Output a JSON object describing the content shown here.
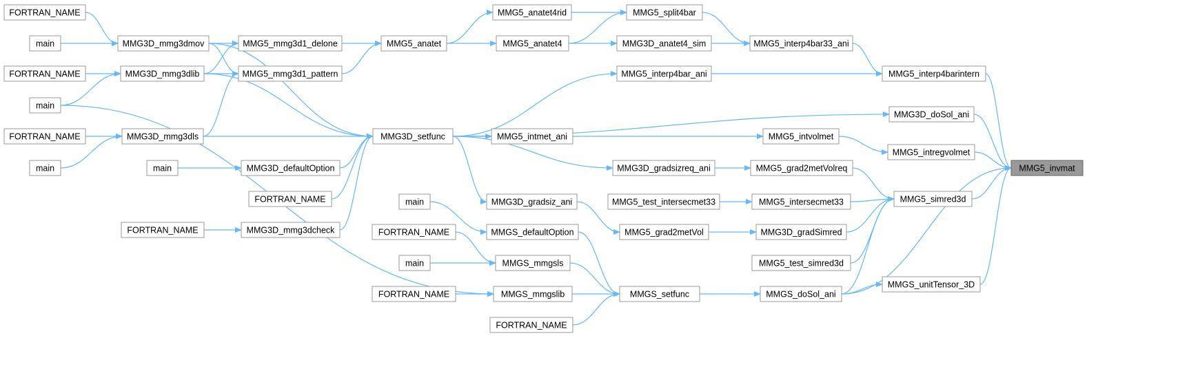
{
  "graph": {
    "title": "",
    "target_node": "n48",
    "edge_color": "#63b8ff",
    "node_border_color": "#999999",
    "target_fill_color": "#999999",
    "nodes": [
      {
        "id": "n1",
        "label": "FORTRAN_NAME"
      },
      {
        "id": "n2",
        "label": "main"
      },
      {
        "id": "n3",
        "label": "FORTRAN_NAME"
      },
      {
        "id": "n4",
        "label": "main"
      },
      {
        "id": "n5",
        "label": "FORTRAN_NAME"
      },
      {
        "id": "n6",
        "label": "main"
      },
      {
        "id": "n7",
        "label": "MMG3D_mmg3dmov"
      },
      {
        "id": "n8",
        "label": "MMG3D_mmg3dlib"
      },
      {
        "id": "n9",
        "label": "MMG3D_mmg3dls"
      },
      {
        "id": "n10",
        "label": "main"
      },
      {
        "id": "n11",
        "label": "FORTRAN_NAME"
      },
      {
        "id": "n12",
        "label": "FORTRAN_NAME"
      },
      {
        "id": "n13",
        "label": "MMG5_mmg3d1_delone"
      },
      {
        "id": "n14",
        "label": "MMG5_mmg3d1_pattern"
      },
      {
        "id": "n15",
        "label": "MMG3D_defaultOption"
      },
      {
        "id": "n16",
        "label": "MMG3D_mmg3dcheck"
      },
      {
        "id": "n17",
        "label": "MMG5_anatet"
      },
      {
        "id": "n18",
        "label": "MMG3D_setfunc"
      },
      {
        "id": "n19",
        "label": "main"
      },
      {
        "id": "n20",
        "label": "FORTRAN_NAME"
      },
      {
        "id": "n21",
        "label": "main"
      },
      {
        "id": "n22",
        "label": "FORTRAN_NAME"
      },
      {
        "id": "n23",
        "label": "MMG5_anatet4rid"
      },
      {
        "id": "n24",
        "label": "MMG5_anatet4"
      },
      {
        "id": "n25",
        "label": "MMG5_intmet_ani"
      },
      {
        "id": "n26",
        "label": "MMG3D_gradsiz_ani"
      },
      {
        "id": "n27",
        "label": "MMGS_defaultOption"
      },
      {
        "id": "n28",
        "label": "MMGS_mmgsls"
      },
      {
        "id": "n29",
        "label": "MMGS_mmgslib"
      },
      {
        "id": "n30",
        "label": "FORTRAN_NAME"
      },
      {
        "id": "n31",
        "label": "MMG5_split4bar"
      },
      {
        "id": "n32",
        "label": "MMG3D_anatet4_sim"
      },
      {
        "id": "n33",
        "label": "MMG5_interp4bar_ani"
      },
      {
        "id": "n34",
        "label": "MMG3D_gradsizreq_ani"
      },
      {
        "id": "n35",
        "label": "MMG5_test_intersecmet33"
      },
      {
        "id": "n36",
        "label": "MMG5_grad2metVol"
      },
      {
        "id": "n37",
        "label": "MMGS_setfunc"
      },
      {
        "id": "n38",
        "label": "MMG5_interp4bar33_ani"
      },
      {
        "id": "n39",
        "label": "MMG5_intvolmet"
      },
      {
        "id": "n40",
        "label": "MMG5_grad2metVolreq"
      },
      {
        "id": "n41",
        "label": "MMG5_intersecmet33"
      },
      {
        "id": "n42",
        "label": "MMG3D_gradSimred"
      },
      {
        "id": "n43",
        "label": "MMG5_test_simred3d"
      },
      {
        "id": "n44",
        "label": "MMGS_doSol_ani"
      },
      {
        "id": "n45",
        "label": "MMG5_interp4barintern"
      },
      {
        "id": "n46",
        "label": "MMG3D_doSol_ani"
      },
      {
        "id": "n47",
        "label": "MMG5_intregvolmet"
      },
      {
        "id": "n48",
        "label": "MMG5_invmat"
      },
      {
        "id": "n49",
        "label": "MMG5_simred3d"
      },
      {
        "id": "n50",
        "label": "MMGS_unitTensor_3D"
      }
    ],
    "edges": [
      [
        "n1",
        "n7"
      ],
      [
        "n2",
        "n7"
      ],
      [
        "n3",
        "n8"
      ],
      [
        "n4",
        "n8"
      ],
      [
        "n5",
        "n9"
      ],
      [
        "n6",
        "n9"
      ],
      [
        "n7",
        "n13"
      ],
      [
        "n7",
        "n14"
      ],
      [
        "n7",
        "n18"
      ],
      [
        "n8",
        "n13"
      ],
      [
        "n8",
        "n14"
      ],
      [
        "n8",
        "n18"
      ],
      [
        "n9",
        "n14"
      ],
      [
        "n9",
        "n18"
      ],
      [
        "n4",
        "n29"
      ],
      [
        "n10",
        "n15"
      ],
      [
        "n11",
        "n18"
      ],
      [
        "n12",
        "n16"
      ],
      [
        "n13",
        "n17"
      ],
      [
        "n14",
        "n17"
      ],
      [
        "n15",
        "n18"
      ],
      [
        "n16",
        "n18"
      ],
      [
        "n17",
        "n23"
      ],
      [
        "n17",
        "n24"
      ],
      [
        "n18",
        "n25"
      ],
      [
        "n18",
        "n26"
      ],
      [
        "n18",
        "n33"
      ],
      [
        "n18",
        "n34"
      ],
      [
        "n18",
        "n46"
      ],
      [
        "n19",
        "n27"
      ],
      [
        "n20",
        "n28"
      ],
      [
        "n21",
        "n28"
      ],
      [
        "n22",
        "n29"
      ],
      [
        "n23",
        "n31"
      ],
      [
        "n24",
        "n31"
      ],
      [
        "n24",
        "n32"
      ],
      [
        "n25",
        "n39"
      ],
      [
        "n26",
        "n36"
      ],
      [
        "n27",
        "n37"
      ],
      [
        "n28",
        "n37"
      ],
      [
        "n29",
        "n37"
      ],
      [
        "n30",
        "n37"
      ],
      [
        "n31",
        "n38"
      ],
      [
        "n32",
        "n38"
      ],
      [
        "n33",
        "n45"
      ],
      [
        "n34",
        "n40"
      ],
      [
        "n35",
        "n41"
      ],
      [
        "n36",
        "n42"
      ],
      [
        "n37",
        "n44"
      ],
      [
        "n38",
        "n45"
      ],
      [
        "n39",
        "n47"
      ],
      [
        "n40",
        "n49"
      ],
      [
        "n41",
        "n49"
      ],
      [
        "n42",
        "n49"
      ],
      [
        "n43",
        "n49"
      ],
      [
        "n44",
        "n49"
      ],
      [
        "n44",
        "n50"
      ],
      [
        "n44",
        "n48"
      ],
      [
        "n45",
        "n48"
      ],
      [
        "n46",
        "n48"
      ],
      [
        "n47",
        "n48"
      ],
      [
        "n49",
        "n48"
      ],
      [
        "n50",
        "n48"
      ]
    ]
  }
}
